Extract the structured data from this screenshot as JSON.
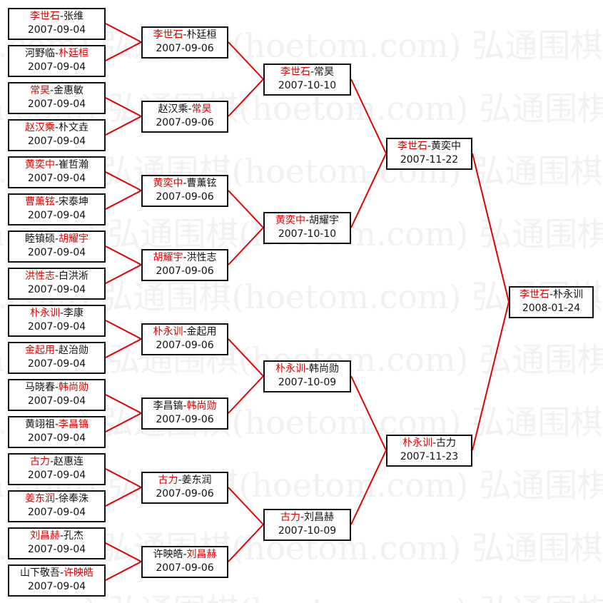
{
  "watermark": "弘通围棋(hoetom.com)",
  "colors": {
    "winner": "#e00000",
    "line": "#e00000",
    "text": "#111111"
  },
  "rounds": [
    [
      {
        "players": [
          "李世石",
          "张维"
        ],
        "winner": 0,
        "date": "2007-09-04"
      },
      {
        "players": [
          "河野临",
          "朴廷桓"
        ],
        "winner": 1,
        "date": "2007-09-04"
      },
      {
        "players": [
          "常昊",
          "金惠敏"
        ],
        "winner": 0,
        "date": "2007-09-04"
      },
      {
        "players": [
          "赵汉乘",
          "朴文垚"
        ],
        "winner": 0,
        "date": "2007-09-04"
      },
      {
        "players": [
          "黄奕中",
          "崔哲瀚"
        ],
        "winner": 0,
        "date": "2007-09-04"
      },
      {
        "players": [
          "曹薰铉",
          "宋泰坤"
        ],
        "winner": 0,
        "date": "2007-09-04"
      },
      {
        "players": [
          "睦镇硕",
          "胡耀宇"
        ],
        "winner": 1,
        "date": "2007-09-04"
      },
      {
        "players": [
          "洪性志",
          "白洪淅"
        ],
        "winner": 0,
        "date": "2007-09-04"
      },
      {
        "players": [
          "朴永训",
          "李康"
        ],
        "winner": 0,
        "date": "2007-09-04"
      },
      {
        "players": [
          "金起用",
          "赵治勋"
        ],
        "winner": 0,
        "date": "2007-09-04"
      },
      {
        "players": [
          "马晓春",
          "韩尚勋"
        ],
        "winner": 1,
        "date": "2007-09-04"
      },
      {
        "players": [
          "黄翊祖",
          "李昌镐"
        ],
        "winner": 1,
        "date": "2007-09-04"
      },
      {
        "players": [
          "古力",
          "赵惠连"
        ],
        "winner": 0,
        "date": "2007-09-04"
      },
      {
        "players": [
          "姜东润",
          "徐奉洙"
        ],
        "winner": 0,
        "date": "2007-09-04"
      },
      {
        "players": [
          "刘昌赫",
          "孔杰"
        ],
        "winner": 0,
        "date": "2007-09-04"
      },
      {
        "players": [
          "山下敬吾",
          "许映皓"
        ],
        "winner": 1,
        "date": "2007-09-04"
      }
    ],
    [
      {
        "players": [
          "李世石",
          "朴廷桓"
        ],
        "winner": 0,
        "date": "2007-09-06"
      },
      {
        "players": [
          "赵汉乘",
          "常昊"
        ],
        "winner": 1,
        "date": "2007-09-06"
      },
      {
        "players": [
          "黄奕中",
          "曹薰铉"
        ],
        "winner": 0,
        "date": "2007-09-06"
      },
      {
        "players": [
          "胡耀宇",
          "洪性志"
        ],
        "winner": 0,
        "date": "2007-09-06"
      },
      {
        "players": [
          "朴永训",
          "金起用"
        ],
        "winner": 0,
        "date": "2007-09-06"
      },
      {
        "players": [
          "李昌镐",
          "韩尚勋"
        ],
        "winner": 1,
        "date": "2007-09-06"
      },
      {
        "players": [
          "古力",
          "姜东润"
        ],
        "winner": 0,
        "date": "2007-09-06"
      },
      {
        "players": [
          "许映皓",
          "刘昌赫"
        ],
        "winner": 1,
        "date": "2007-09-06"
      }
    ],
    [
      {
        "players": [
          "李世石",
          "常昊"
        ],
        "winner": 0,
        "date": "2007-10-10"
      },
      {
        "players": [
          "黄奕中",
          "胡耀宇"
        ],
        "winner": 0,
        "date": "2007-10-10"
      },
      {
        "players": [
          "朴永训",
          "韩尚勋"
        ],
        "winner": 0,
        "date": "2007-10-09"
      },
      {
        "players": [
          "古力",
          "刘昌赫"
        ],
        "winner": 0,
        "date": "2007-10-09"
      }
    ],
    [
      {
        "players": [
          "李世石",
          "黄奕中"
        ],
        "winner": 0,
        "date": "2007-11-22"
      },
      {
        "players": [
          "朴永训",
          "古力"
        ],
        "winner": 0,
        "date": "2007-11-23"
      }
    ],
    [
      {
        "players": [
          "李世石",
          "朴永训"
        ],
        "winner": 0,
        "date": "2008-01-24"
      }
    ]
  ]
}
